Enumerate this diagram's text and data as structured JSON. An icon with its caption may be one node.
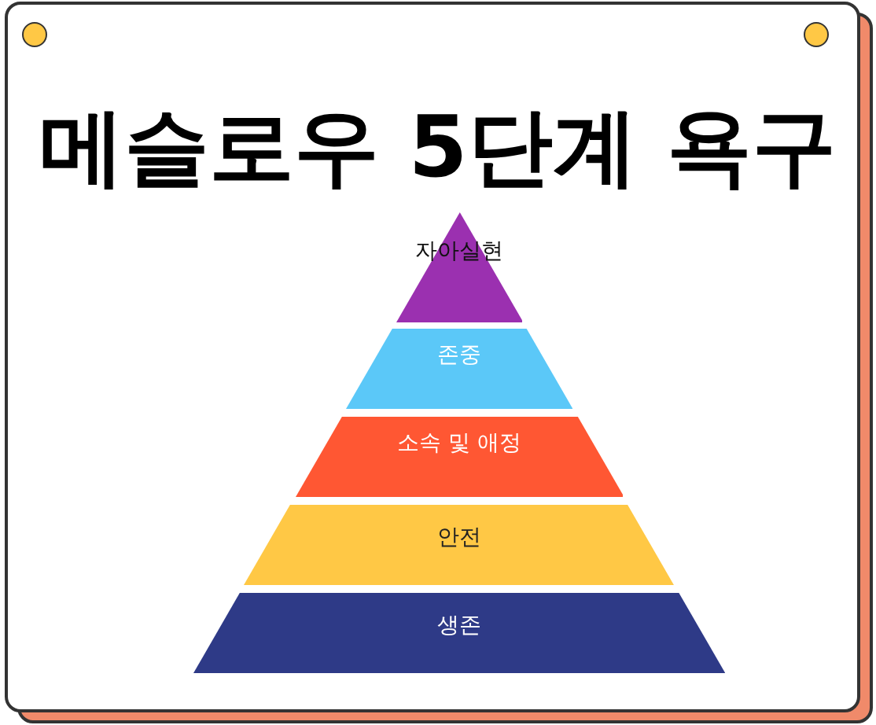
{
  "diagram": {
    "title": "메슬로우 5단계 욕구",
    "nodes": [
      {
        "text": [
          "자아실현"
        ]
      },
      {
        "text": [
          "존중"
        ]
      },
      {
        "text": [
          "소속 및 애정"
        ]
      },
      {
        "text": [
          "안전"
        ]
      },
      {
        "text": [
          "생존"
        ]
      }
    ]
  }
}
